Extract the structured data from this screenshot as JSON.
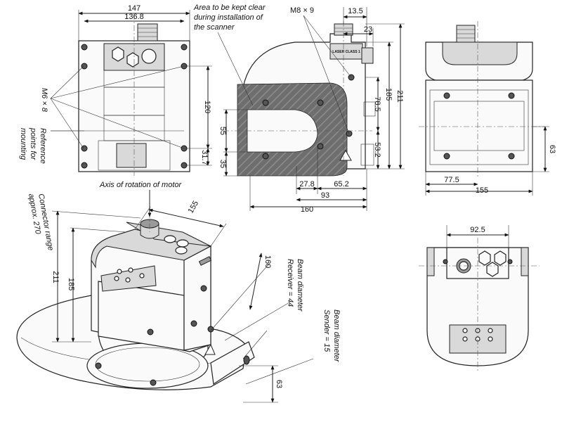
{
  "notes": {
    "clear_area": [
      "Area to be kept clear",
      "during installation of",
      "the scanner"
    ],
    "axis_rotation": "Axis of rotation of motor",
    "m6": "M6 × 8",
    "m8": "M8 × 9",
    "ref_points": [
      "Reference",
      "points for",
      "mounting"
    ],
    "connector": [
      "Connector range",
      "approx. 270"
    ],
    "beam_receiver": [
      "Beam diameter",
      "Receiver = 44"
    ],
    "beam_sender": [
      "Beam diameter",
      "Sender = 15"
    ],
    "laser_label": "LASER CLASS 1"
  },
  "dims": {
    "d147": "147",
    "d136_8": "136.8",
    "d120": "120",
    "d31_7": "31.7",
    "d13_5": "13.5",
    "d23": "23",
    "d211a": "211",
    "d185a": "185",
    "d78_5": "78.5",
    "d53_2": "53.2",
    "d55": "55",
    "d35": "35",
    "d27_8": "27.8",
    "d65_2": "65.2",
    "d93": "93",
    "d160a": "160",
    "d63a": "63",
    "d77_5": "77.5",
    "d155a": "155",
    "d92_5": "92.5",
    "d155b": "155",
    "d211b": "211",
    "d185b": "185",
    "d160b": "160",
    "d63b": "63"
  },
  "colors": {
    "line": "#222222",
    "hatch": "#6e6e6e",
    "fill": "#fafafa"
  }
}
